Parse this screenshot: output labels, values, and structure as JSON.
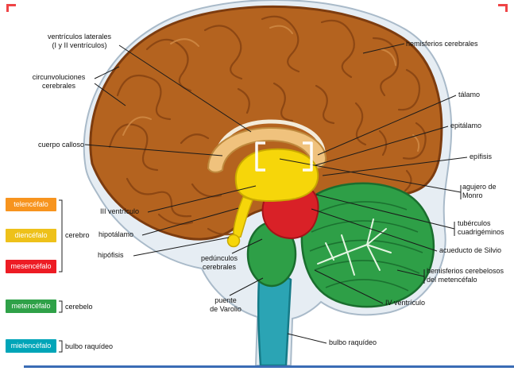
{
  "legend": {
    "items": [
      {
        "label": "telencéfalo",
        "color": "#f7941e"
      },
      {
        "label": "diencéfalo",
        "color": "#eec11a"
      },
      {
        "label": "mesencéfalo",
        "color": "#ed1c24"
      },
      {
        "label": "metencéfalo",
        "color": "#2fa148"
      },
      {
        "label": "mielencéfalo",
        "color": "#00a5b8"
      }
    ],
    "groups": [
      {
        "label": "cerebro"
      },
      {
        "label": "cerebelo"
      },
      {
        "label": "bulbo raquídeo"
      }
    ]
  },
  "callouts": [
    {
      "text": "ventrículos laterales\n(I y II ventrículos)"
    },
    {
      "text": "circunvoluciones\ncerebrales"
    },
    {
      "text": "cuerpo calloso"
    },
    {
      "text": "III ventrículo"
    },
    {
      "text": "hipotálamo"
    },
    {
      "text": "hipófisis"
    },
    {
      "text": "pedúnculos\ncerebrales"
    },
    {
      "text": "puente\nde Varolio"
    },
    {
      "text": "hemisferios cerebrales"
    },
    {
      "text": "tálamo"
    },
    {
      "text": "epitálamo"
    },
    {
      "text": "epífisis"
    },
    {
      "text": "agujero de\nMonro"
    },
    {
      "text": "tubérculos\ncuadrigéminos"
    },
    {
      "text": "acueducto de Silvio"
    },
    {
      "text": "hemisferios cerebelosos\ndel metencéfalo"
    },
    {
      "text": "IV ventrículo"
    },
    {
      "text": "bulbo raquídeo"
    }
  ]
}
